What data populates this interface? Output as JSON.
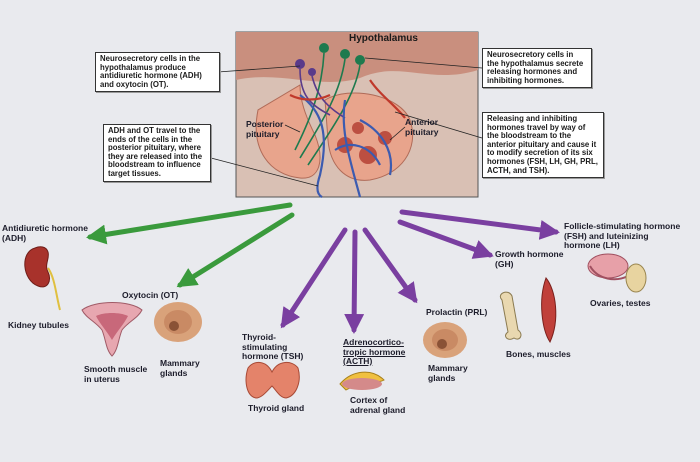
{
  "title": "Hypothalamus",
  "panel_labels": {
    "posterior_pituitary": "Posterior pituitary",
    "anterior_pituitary": "Anterior pituitary"
  },
  "boxes": {
    "neurosecretory_posterior": "Neurosecretory cells in the hypothalamus produce antidiuretic hormone (ADH) and oxytocin (OT).",
    "adh_ot_travel": "ADH and OT travel to the ends of the cells in the posterior pituitary, where they are released into the bloodstream to influence target tissues.",
    "neurosecretory_anterior": "Neurosecretory cells in the hypothalamus secrete releasing hormones and inhibiting hormones.",
    "releasing_inhibiting": "Releasing and inhibiting hormones travel by way of the bloodstream to the anterior pituitary and cause it to modify secretion of its six hormones (FSH, LH, GH, PRL, ACTH, and TSH)."
  },
  "hormones": {
    "adh": "Antidiuretic hormone (ADH)",
    "ot": "Oxytocin (OT)",
    "tsh": "Thyroid-stimulating hormone (TSH)",
    "acth": "Adrenocortico-tropic hormone (ACTH)",
    "prl": "Prolactin (PRL)",
    "gh": "Growth hormone (GH)",
    "fsh_lh": "Follicle-stimulating hormone (FSH) and luteinizing hormone (LH)"
  },
  "targets": {
    "kidney": "Kidney tubules",
    "smooth_muscle": "Smooth muscle in uterus",
    "mammary_ot": "Mammary glands",
    "thyroid": "Thyroid gland",
    "adrenal": "Cortex of adrenal gland",
    "mammary_prl": "Mammary glands",
    "bones": "Bones, muscles",
    "ovaries": "Ovaries, testes"
  },
  "colors": {
    "posterior_arrow": "#3a9a3c",
    "anterior_arrow": "#7a3fa0",
    "blood_vessel_blue": "#3c5bb0",
    "neuron_green": "#1e7a4e",
    "tissue_pink": "#e8a48c",
    "background": "#e9eaee"
  }
}
